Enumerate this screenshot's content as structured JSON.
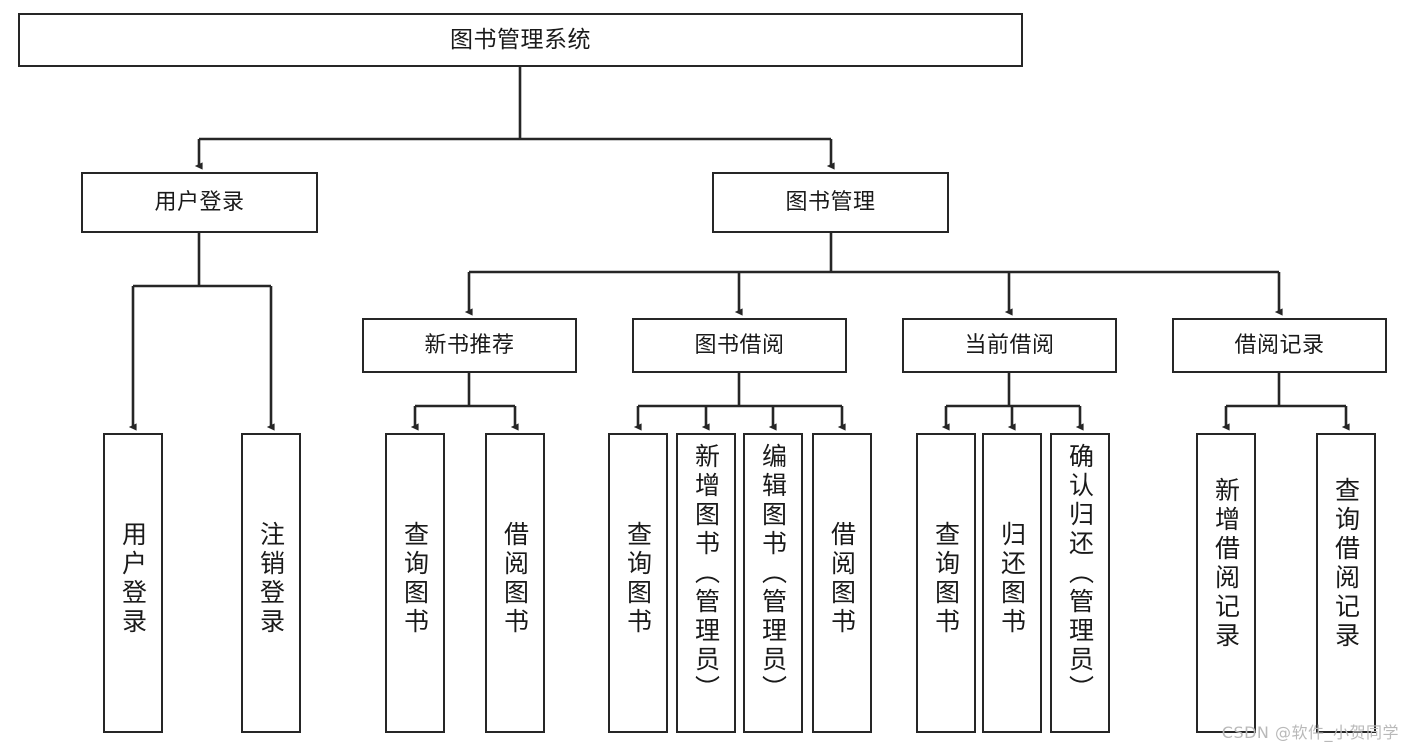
{
  "diagram": {
    "title": "图书管理系统",
    "type": "tree-hierarchy-diagram",
    "colors": {
      "stroke": "#262626",
      "box_fill": "#ffffff",
      "text": "#1a1a1a",
      "watermark": "#b9b9b9",
      "background": "#ffffff"
    },
    "levels": {
      "level1": [
        {
          "id": "root",
          "label": "图书管理系统",
          "orientation": "horizontal"
        }
      ],
      "level2": [
        {
          "id": "user-login",
          "label": "用户登录",
          "orientation": "horizontal"
        },
        {
          "id": "book-manage",
          "label": "图书管理",
          "orientation": "horizontal"
        }
      ],
      "level3": [
        {
          "id": "new-book-recommend",
          "label": "新书推荐",
          "orientation": "horizontal"
        },
        {
          "id": "book-borrow",
          "label": "图书借阅",
          "orientation": "horizontal"
        },
        {
          "id": "current-borrow",
          "label": "当前借阅",
          "orientation": "horizontal"
        },
        {
          "id": "borrow-record",
          "label": "借阅记录",
          "orientation": "horizontal"
        }
      ],
      "level4": [
        {
          "id": "leaf-user-login",
          "label": "用户登录",
          "orientation": "vertical",
          "parent": "user-login"
        },
        {
          "id": "leaf-logout-login",
          "label": "注销登录",
          "orientation": "vertical",
          "parent": "user-login"
        },
        {
          "id": "leaf-query-book-1",
          "label": "查询图书",
          "orientation": "vertical",
          "parent": "new-book-recommend"
        },
        {
          "id": "leaf-borrow-book-1",
          "label": "借阅图书",
          "orientation": "vertical",
          "parent": "new-book-recommend"
        },
        {
          "id": "leaf-query-book-2",
          "label": "查询图书",
          "orientation": "vertical",
          "parent": "book-borrow"
        },
        {
          "id": "leaf-add-book",
          "label": "新增图书（管理员）",
          "orientation": "vertical",
          "parent": "book-borrow"
        },
        {
          "id": "leaf-edit-book",
          "label": "编辑图书（管理员）",
          "orientation": "vertical",
          "parent": "book-borrow"
        },
        {
          "id": "leaf-borrow-book-2",
          "label": "借阅图书",
          "orientation": "vertical",
          "parent": "book-borrow"
        },
        {
          "id": "leaf-query-book-3",
          "label": "查询图书",
          "orientation": "vertical",
          "parent": "current-borrow"
        },
        {
          "id": "leaf-return-book",
          "label": "归还图书",
          "orientation": "vertical",
          "parent": "current-borrow"
        },
        {
          "id": "leaf-confirm-return",
          "label": "确认归还（管理员）",
          "orientation": "vertical",
          "parent": "current-borrow"
        },
        {
          "id": "leaf-add-record",
          "label": "新增借阅记录",
          "orientation": "vertical",
          "parent": "borrow-record"
        },
        {
          "id": "leaf-query-record",
          "label": "查询借阅记录",
          "orientation": "vertical",
          "parent": "borrow-record"
        }
      ]
    },
    "watermark": "CSDN @软件_小贺同学"
  }
}
